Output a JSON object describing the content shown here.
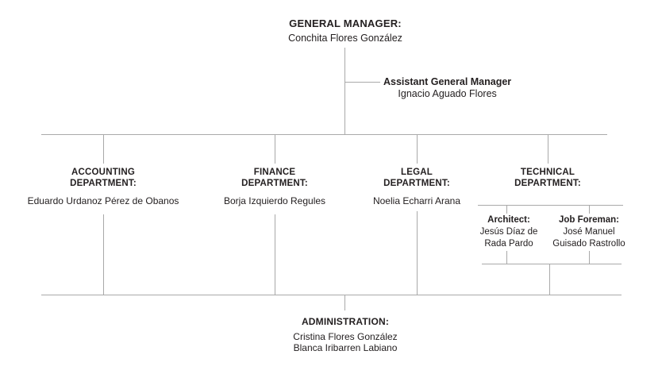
{
  "org": {
    "general_manager": {
      "title": "GENERAL MANAGER:",
      "name": "Conchita Flores González"
    },
    "assistant_general_manager": {
      "title": "Assistant General Manager",
      "name": "Ignacio Aguado Flores"
    },
    "departments": [
      {
        "title_line1": "ACCOUNTING",
        "title_line2": "DEPARTMENT:",
        "name": "Eduardo Urdanoz Pérez de Obanos"
      },
      {
        "title_line1": "FINANCE",
        "title_line2": "DEPARTMENT:",
        "name": "Borja Izquierdo Regules"
      },
      {
        "title_line1": "LEGAL",
        "title_line2": "DEPARTMENT:",
        "name": "Noelia Echarri Arana"
      },
      {
        "title_line1": "TECHNICAL",
        "title_line2": "DEPARTMENT:"
      }
    ],
    "technical_staff": [
      {
        "title": "Architect:",
        "name_line1": "Jesús Díaz de",
        "name_line2": "Rada Pardo"
      },
      {
        "title": "Job Foreman:",
        "name_line1": "José Manuel",
        "name_line2": "Guisado Rastrollo"
      }
    ],
    "administration": {
      "title": "ADMINISTRATION:",
      "name_line1": "Cristina Flores González",
      "name_line2": "Blanca Iribarren Labiano"
    }
  },
  "colors": {
    "line": "#a9a9a9",
    "text": "#242021",
    "background": "#ffffff"
  }
}
